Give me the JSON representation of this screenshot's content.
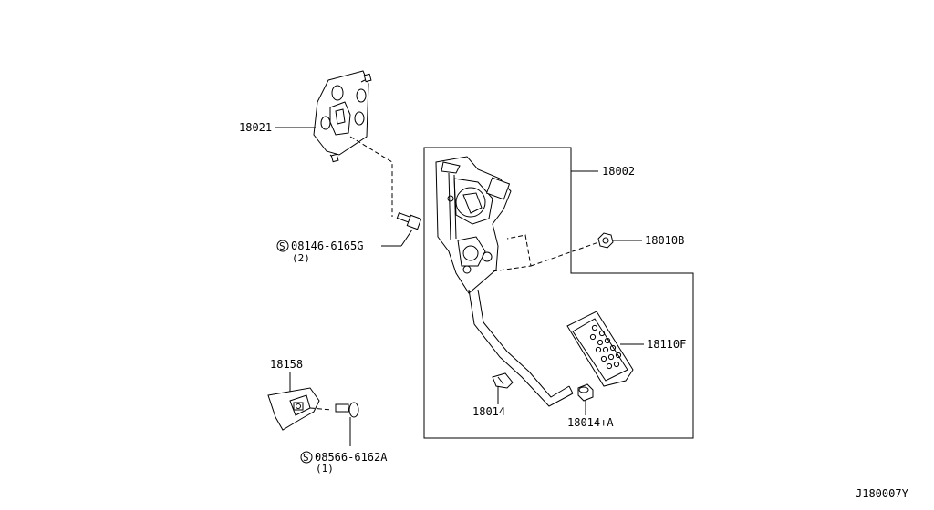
{
  "parts": {
    "p18021": "18021",
    "p18002": "18002",
    "p18010b": "18010B",
    "p18110f": "18110F",
    "p18014": "18014",
    "p18014a": "18014+A",
    "p18158": "18158",
    "bolt1_num": "08146-6165G",
    "bolt1_qty": "(2)",
    "bolt2_num": "08566-6162A",
    "bolt2_qty": "(1)",
    "screw_symbol": "S"
  },
  "diagram_id": "J180007Y"
}
